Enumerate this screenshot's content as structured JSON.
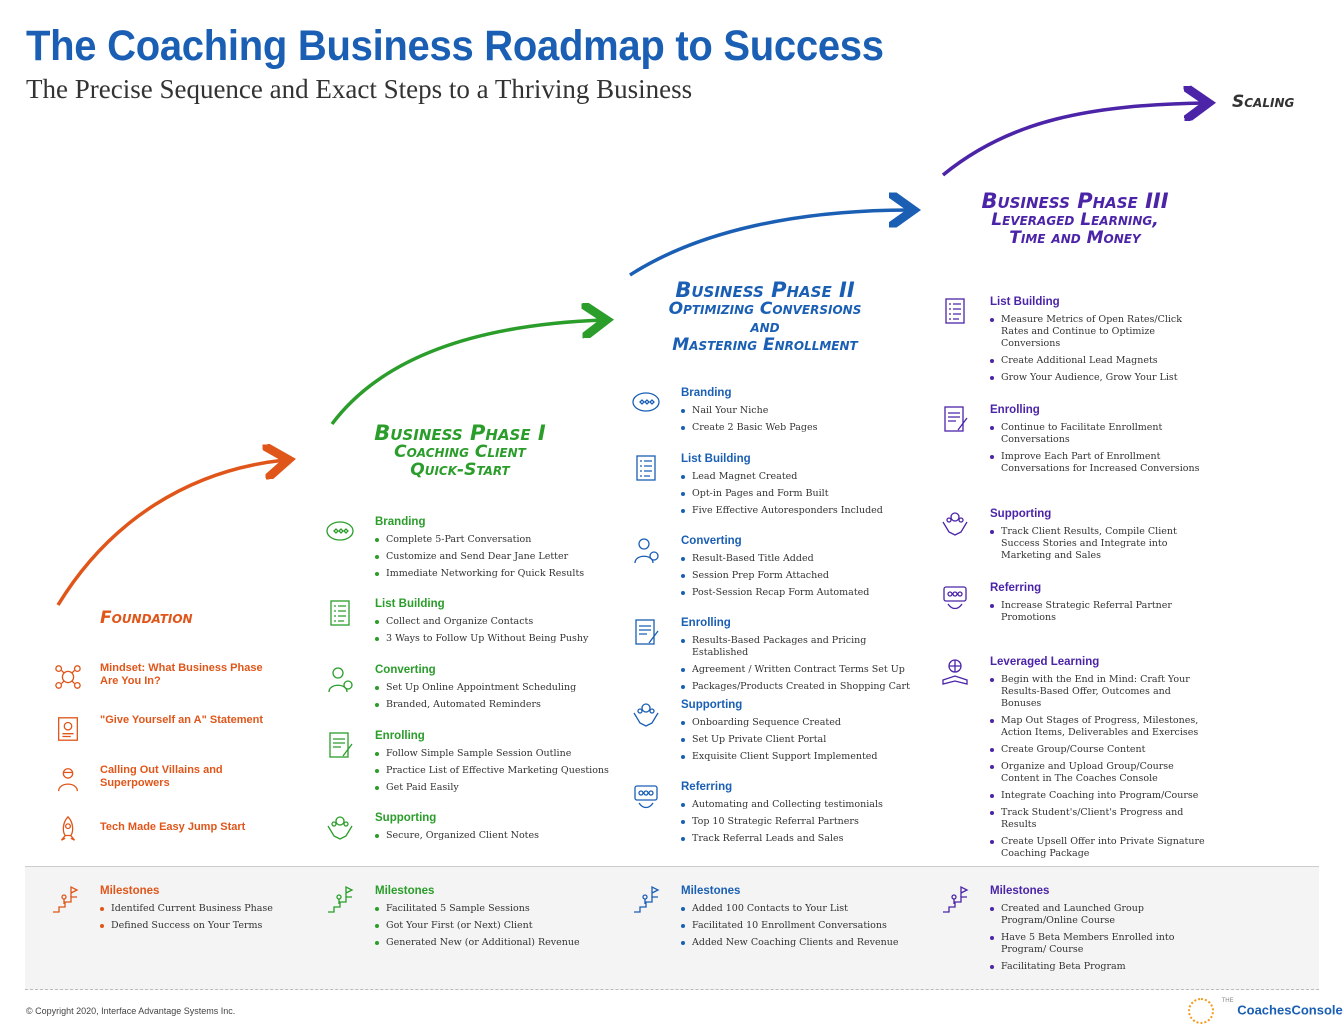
{
  "title": "The Coaching Business Roadmap to Success",
  "subtitle": "The Precise Sequence and Exact Steps to a Thriving Business",
  "colors": {
    "foundation": "#e0561a",
    "phase1": "#2a9d2a",
    "phase2": "#1a5fb4",
    "phase3": "#4b24a8"
  },
  "scaling": "Scaling",
  "foundation": {
    "heading": "Foundation",
    "items": [
      {
        "label": "Mindset: What Business Phase Are You In?",
        "icon": "mindset-icon"
      },
      {
        "label": "\"Give Yourself an A\" Statement",
        "icon": "certificate-icon"
      },
      {
        "label": "Calling Out Villains and Superpowers",
        "icon": "hero-icon"
      },
      {
        "label": "Tech Made Easy Jump Start",
        "icon": "rocket-icon"
      }
    ]
  },
  "phase1": {
    "line1": "Business Phase I",
    "line2": "Coaching Client",
    "line3": "Quick-Start",
    "sections": [
      {
        "title": "Branding",
        "icon": "branding-icon",
        "items": [
          "Complete 5-Part Conversation",
          "Customize and Send Dear Jane Letter",
          "Immediate Networking for Quick Results"
        ]
      },
      {
        "title": "List Building",
        "icon": "list-icon",
        "items": [
          "Collect and Organize Contacts",
          "3 Ways to Follow Up Without Being Pushy"
        ]
      },
      {
        "title": "Converting",
        "icon": "converting-icon",
        "items": [
          "Set Up Online Appointment Scheduling",
          "Branded, Automated Reminders"
        ]
      },
      {
        "title": "Enrolling",
        "icon": "contract-icon",
        "items": [
          "Follow Simple Sample Session Outline",
          "Practice List of Effective Marketing Questions",
          "Get Paid Easily"
        ]
      },
      {
        "title": "Supporting",
        "icon": "support-icon",
        "items": [
          "Secure, Organized Client Notes"
        ]
      }
    ]
  },
  "phase2": {
    "line1": "Business Phase II",
    "line2": "Optimizing Conversions",
    "line3": "and",
    "line4": "Mastering Enrollment",
    "sections": [
      {
        "title": "Branding",
        "icon": "branding-icon",
        "items": [
          "Nail Your Niche",
          "Create 2 Basic Web Pages"
        ]
      },
      {
        "title": "List Building",
        "icon": "list-icon",
        "items": [
          "Lead Magnet Created",
          "Opt-in Pages and Form Built",
          "Five Effective Autoresponders Included"
        ]
      },
      {
        "title": "Converting",
        "icon": "converting-icon",
        "items": [
          "Result-Based Title Added",
          "Session Prep Form Attached",
          "Post-Session Recap Form Automated"
        ]
      },
      {
        "title": "Enrolling",
        "icon": "contract-icon",
        "items": [
          "Results-Based Packages and Pricing Established",
          "Agreement / Written Contract Terms Set Up",
          "Packages/Products Created in Shopping Cart"
        ]
      },
      {
        "title": "Supporting",
        "icon": "support-icon",
        "items": [
          "Onboarding Sequence Created",
          "Set Up Private Client Portal",
          "Exquisite Client Support Implemented"
        ]
      },
      {
        "title": "Referring",
        "icon": "referral-icon",
        "items": [
          "Automating and Collecting testimonials",
          "Top 10 Strategic Referral Partners",
          "Track Referral Leads and Sales"
        ]
      }
    ]
  },
  "phase3": {
    "line1": "Business Phase III",
    "line2": "Leveraged Learning,",
    "line3": "Time and Money",
    "sections": [
      {
        "title": "List Building",
        "icon": "list-icon",
        "items": [
          "Measure Metrics of Open Rates/Click Rates and Continue to Optimize Conversions",
          "Create Additional Lead Magnets",
          "Grow Your Audience, Grow Your List"
        ]
      },
      {
        "title": "Enrolling",
        "icon": "contract-icon",
        "items": [
          "Continue to Facilitate Enrollment Conversations",
          "Improve Each Part of Enrollment Conversations for Increased Conversions"
        ]
      },
      {
        "title": "Supporting",
        "icon": "support-icon",
        "items": [
          "Track Client Results, Compile Client Success Stories and Integrate into Marketing and Sales"
        ]
      },
      {
        "title": "Referring",
        "icon": "referral-icon",
        "items": [
          "Increase Strategic Referral Partner Promotions"
        ]
      },
      {
        "title": "Leveraged Learning",
        "icon": "learning-icon",
        "items": [
          "Begin with the End in Mind: Craft Your Results-Based Offer, Outcomes and Bonuses",
          "Map Out Stages of Progress, Milestones, Action Items, Deliverables and Exercises",
          "Create Group/Course Content",
          "Organize and Upload Group/Course Content in The Coaches Console",
          "Integrate Coaching into Program/Course",
          "Track Student's/Client's Progress and Results",
          "Create Upsell Offer into Private Signature Coaching Package"
        ]
      }
    ]
  },
  "milestones": [
    {
      "title": "Milestones",
      "items": [
        "Identifed Current Business Phase",
        "Defined Success on Your Terms"
      ]
    },
    {
      "title": "Milestones",
      "items": [
        "Facilitated 5 Sample Sessions",
        "Got Your First (or Next) Client",
        "Generated New (or Additional) Revenue"
      ]
    },
    {
      "title": "Milestones",
      "items": [
        "Added 100 Contacts to Your List",
        "Facilitated 10 Enrollment Conversations",
        "Added New Coaching Clients and Revenue"
      ]
    },
    {
      "title": "Milestones",
      "items": [
        "Created and Launched Group Program/Online Course",
        "Have 5 Beta Members Enrolled into Program/ Course",
        "Facilitating Beta Program"
      ]
    }
  ],
  "copyright": "© Copyright 2020, Interface Advantage Systems Inc.",
  "logo": {
    "small": "THE",
    "text": "CoachesConsole"
  }
}
